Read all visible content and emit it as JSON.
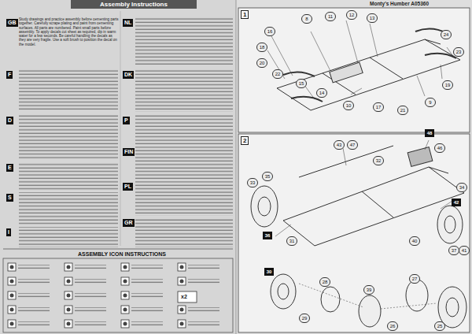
{
  "diagram": {
    "title": "Assembly Instructions",
    "nodes": [
      {
        "text": [
          "GB"
        ]
      },
      {
        "text": [
          "F"
        ]
      },
      {
        "text": [
          "D"
        ]
      },
      {
        "text": [
          "E"
        ]
      },
      {
        "text": [
          "S"
        ]
      },
      {
        "text": [
          "I"
        ]
      },
      {
        "text": [
          "NL"
        ]
      },
      {
        "text": [
          "DK"
        ]
      },
      {
        "text": [
          "P"
        ]
      },
      {
        "text": [
          "FIN"
        ]
      },
      {
        "text": [
          "PL"
        ]
      },
      {
        "text": [
          "GR"
        ]
      },
      {
        "text": [
          "1"
        ]
      },
      {
        "text": [
          "2"
        ]
      }
    ],
    "labels": [
      "ASSEMBLY ICON INSTRUCTIONS",
      "Monty's Humber A05360",
      "Study drawings and practice assembly before cementing parts together. Carefully scrape plating and paint from cementing surfaces. All parts are numbered. Paint small parts before assembly. To apply decals cut sheet as required, dip in warm water for a few seconds. Be careful handling the decals as they are very fragile. Use a soft brush to position the decal on the model.",
      "x2",
      "8",
      "11",
      "12",
      "13",
      "16",
      "18",
      "20",
      "22",
      "15",
      "14",
      "10",
      "17",
      "21",
      "9",
      "19",
      "23",
      "24",
      "43",
      "47",
      "48",
      "46",
      "32",
      "33",
      "35",
      "34",
      "36",
      "42",
      "37",
      "41",
      "31",
      "30",
      "29",
      "28",
      "39",
      "27",
      "26",
      "25",
      "40"
    ]
  }
}
